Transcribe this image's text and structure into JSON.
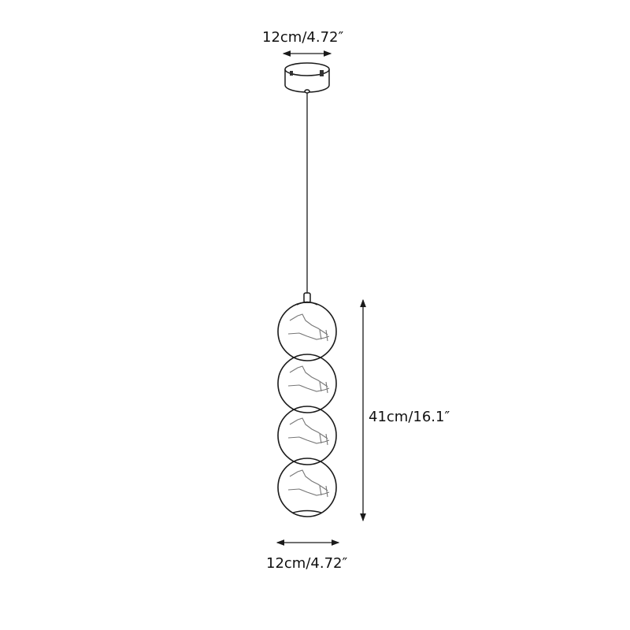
{
  "dimensions": {
    "canopy_width": "12cm/4.72″",
    "height": "41cm/16.1″",
    "shade_width": "12cm/4.72″"
  },
  "product": {
    "globe_count": 4
  },
  "colors": {
    "line": "#1a1a1a",
    "crackle": "#777777"
  }
}
